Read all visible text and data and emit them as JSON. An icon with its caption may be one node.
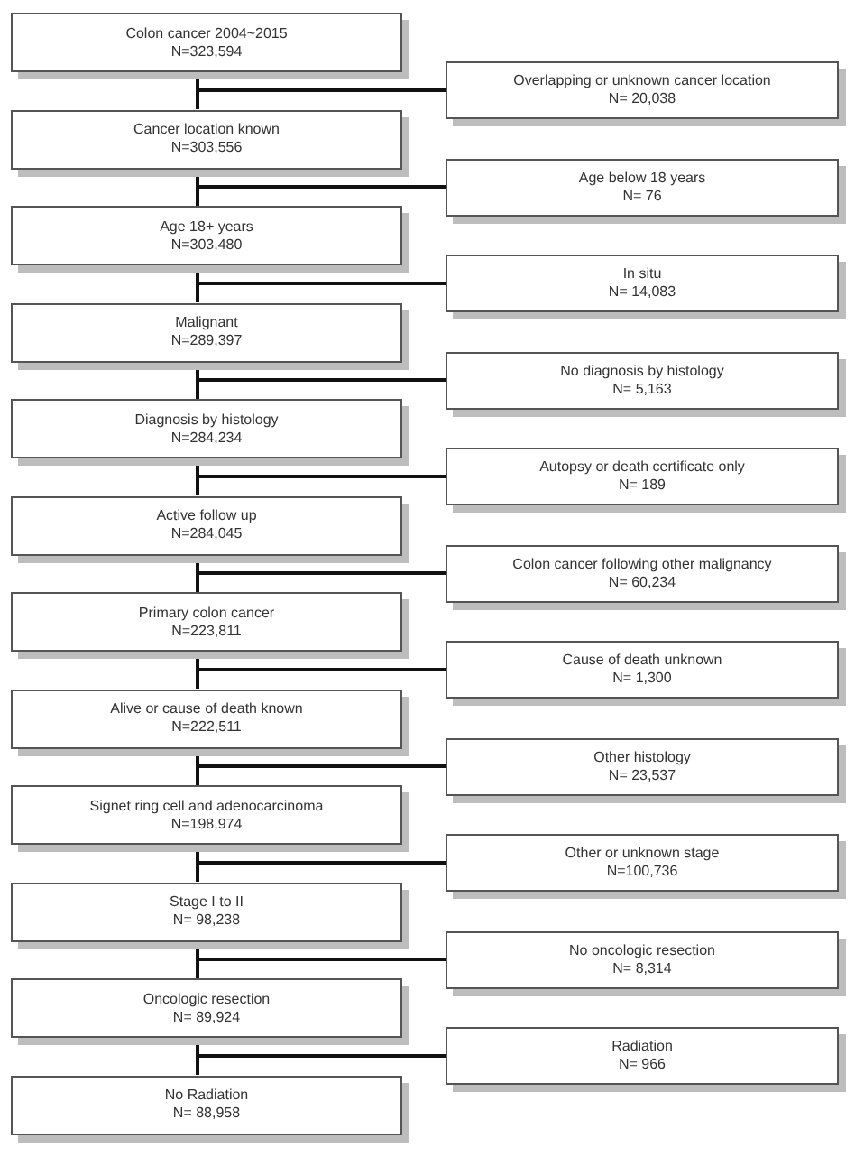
{
  "diagram": {
    "nodes": [
      {
        "text": [
          "Colon cancer 2004~2015",
          "N=323,594"
        ]
      },
      {
        "text": [
          "Overlapping or unknown cancer location",
          "N= 20,038"
        ]
      },
      {
        "text": [
          "Cancer location known",
          "N=303,556"
        ]
      },
      {
        "text": [
          "Age below 18 years",
          "N= 76"
        ]
      },
      {
        "text": [
          "Age 18+ years",
          "N=303,480"
        ]
      },
      {
        "text": [
          "In situ",
          "N= 14,083"
        ]
      },
      {
        "text": [
          "Malignant",
          "N=289,397"
        ]
      },
      {
        "text": [
          "No diagnosis by histology",
          "N= 5,163"
        ]
      },
      {
        "text": [
          "Diagnosis by histology",
          "N=284,234"
        ]
      },
      {
        "text": [
          "Autopsy or death certificate only",
          "N= 189"
        ]
      },
      {
        "text": [
          "Active follow up",
          "N=284,045"
        ]
      },
      {
        "text": [
          "Colon cancer following other malignancy",
          "N= 60,234"
        ]
      },
      {
        "text": [
          "Primary colon cancer",
          "N=223,811"
        ]
      },
      {
        "text": [
          "Cause of death unknown",
          "N= 1,300"
        ]
      },
      {
        "text": [
          "Alive or cause of death known",
          "N=222,511"
        ]
      },
      {
        "text": [
          "Other histology",
          "N= 23,537"
        ]
      },
      {
        "text": [
          "Signet ring cell and adenocarcinoma",
          "N=198,974"
        ]
      },
      {
        "text": [
          "Other or unknown stage",
          "N=100,736"
        ]
      },
      {
        "text": [
          "Stage I to II",
          "N= 98,238"
        ]
      },
      {
        "text": [
          "No oncologic resection",
          "N= 8,314"
        ]
      },
      {
        "text": [
          "Oncologic resection",
          "N= 89,924"
        ]
      },
      {
        "text": [
          "Radiation",
          "N= 966"
        ]
      },
      {
        "text": [
          "No Radiation",
          "N= 88,958"
        ]
      }
    ],
    "edges": [
      {
        "from": 0,
        "to": 2,
        "arrow": "none"
      },
      {
        "from": 0,
        "to": 1,
        "arrow": "none"
      },
      {
        "from": 2,
        "to": 4,
        "arrow": "none"
      },
      {
        "from": 2,
        "to": 3,
        "arrow": "none"
      },
      {
        "from": 4,
        "to": 6,
        "arrow": "none"
      },
      {
        "from": 4,
        "to": 5,
        "arrow": "none"
      },
      {
        "from": 6,
        "to": 8,
        "arrow": "none"
      },
      {
        "from": 6,
        "to": 7,
        "arrow": "none"
      },
      {
        "from": 8,
        "to": 10,
        "arrow": "none"
      },
      {
        "from": 8,
        "to": 9,
        "arrow": "none"
      },
      {
        "from": 10,
        "to": 12,
        "arrow": "none"
      },
      {
        "from": 10,
        "to": 11,
        "arrow": "none"
      },
      {
        "from": 12,
        "to": 14,
        "arrow": "none"
      },
      {
        "from": 12,
        "to": 13,
        "arrow": "none"
      },
      {
        "from": 14,
        "to": 16,
        "arrow": "none"
      },
      {
        "from": 14,
        "to": 15,
        "arrow": "none"
      },
      {
        "from": 16,
        "to": 18,
        "arrow": "none"
      },
      {
        "from": 16,
        "to": 17,
        "arrow": "none"
      },
      {
        "from": 18,
        "to": 20,
        "arrow": "none"
      },
      {
        "from": 18,
        "to": 19,
        "arrow": "none"
      },
      {
        "from": 20,
        "to": 22,
        "arrow": "none"
      },
      {
        "from": 20,
        "to": 21,
        "arrow": "none"
      }
    ]
  }
}
